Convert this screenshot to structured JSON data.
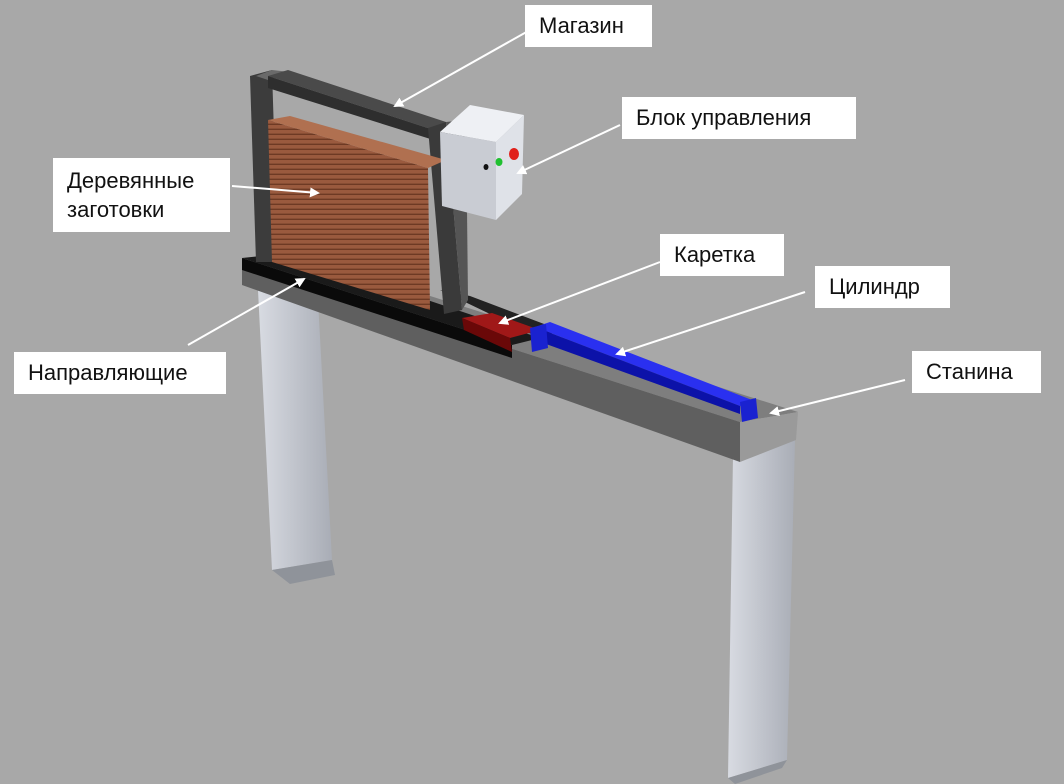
{
  "labels": {
    "magazin": "Магазин",
    "control_unit": "Блок управления",
    "wood_line1": "Деревянные",
    "wood_line2": "заготовки",
    "carriage": "Каретка",
    "cylinder": "Цилиндр",
    "guides": "Направляющие",
    "frame": "Станина"
  },
  "colors": {
    "background": "#a8a8a8",
    "label_background": "#ffffff",
    "arrow": "#ffffff",
    "wood": "#9a5a3e",
    "carriage": "#8a1010",
    "cylinder": "#1a22e0",
    "rail": "#151515",
    "legs": "#c2c6cf",
    "indicator_red": "#e0201a",
    "indicator_green": "#20c030"
  }
}
